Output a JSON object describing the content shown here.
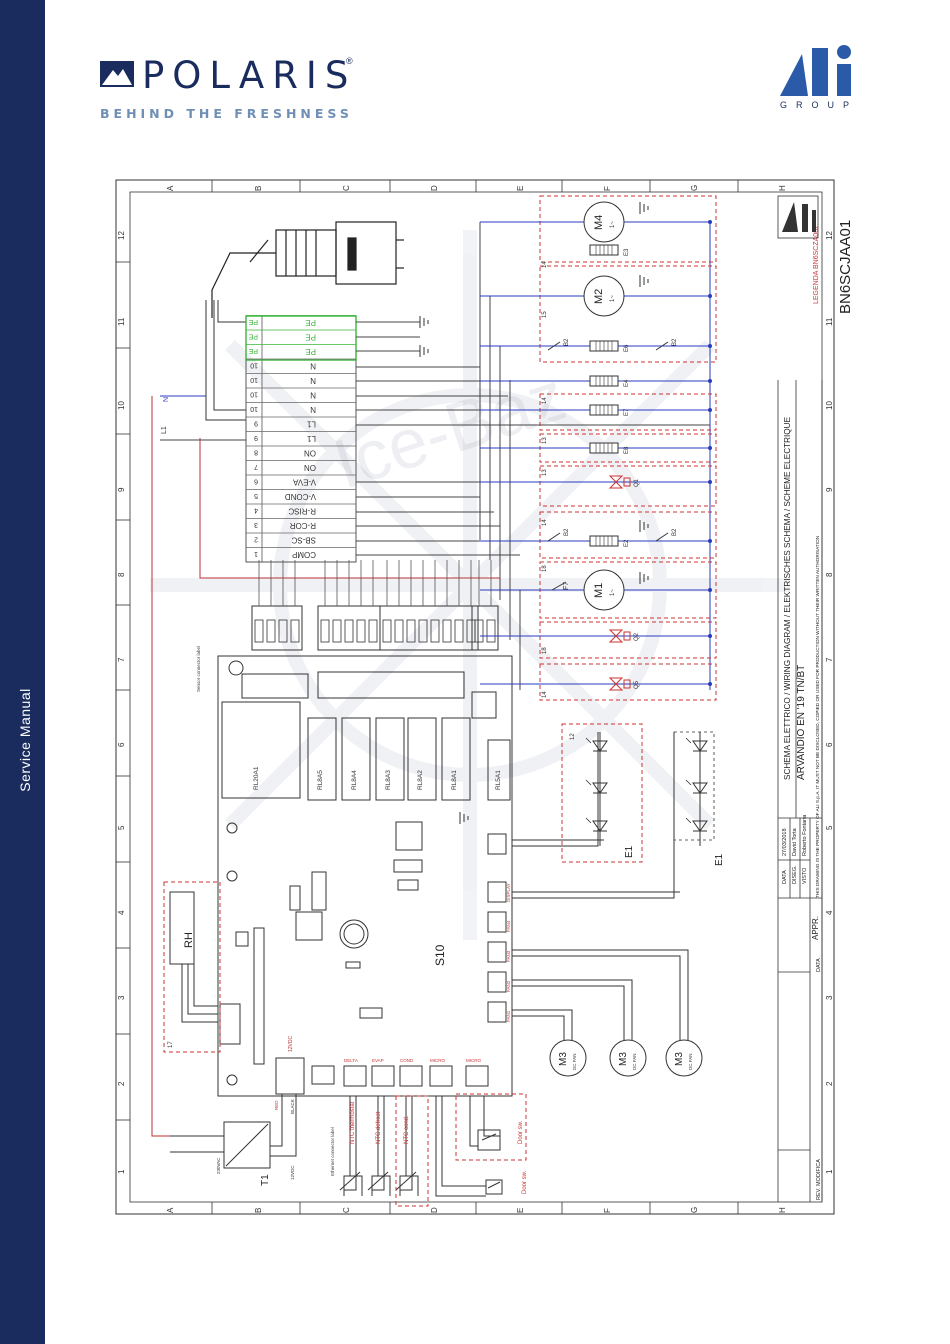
{
  "sidebar": {
    "label": "Service Manual"
  },
  "header": {
    "brand": "POLARIS",
    "registered": "®",
    "tagline": "BEHIND THE FRESHNESS",
    "group_brand": "GROUP"
  },
  "diagram": {
    "col_letters": [
      "A",
      "B",
      "C",
      "D",
      "E",
      "F",
      "G",
      "H"
    ],
    "row_numbers": [
      "1",
      "2",
      "3",
      "4",
      "5",
      "6",
      "7",
      "8",
      "9",
      "10",
      "11",
      "12"
    ],
    "terminal_block": [
      {
        "num": "1",
        "label": "COMP"
      },
      {
        "num": "2",
        "label": "SB-SC"
      },
      {
        "num": "3",
        "label": "R-COR"
      },
      {
        "num": "4",
        "label": "R-RISC"
      },
      {
        "num": "5",
        "label": "V-COND"
      },
      {
        "num": "6",
        "label": "V-EVA"
      },
      {
        "num": "7",
        "label": "ON"
      },
      {
        "num": "8",
        "label": "ON"
      },
      {
        "num": "9",
        "label": "L1"
      },
      {
        "num": "9",
        "label": "L1"
      },
      {
        "num": "10",
        "label": "N"
      },
      {
        "num": "10",
        "label": "N"
      },
      {
        "num": "10",
        "label": "N"
      },
      {
        "num": "10",
        "label": "N"
      },
      {
        "num": "PE",
        "label": "PE"
      },
      {
        "num": "PE",
        "label": "PE"
      },
      {
        "num": "PE",
        "label": "PE"
      }
    ],
    "relays": [
      "RL20A1",
      "RL8A5",
      "RL8A4",
      "RL8A3",
      "RL8A2",
      "RL8A1",
      "RL5A1"
    ],
    "board_name": "S10",
    "rh_label": "RH",
    "transformer": "T1",
    "transformer_in": "230VAC",
    "transformer_out": "12VDC",
    "supply_labels": [
      "L1",
      "N"
    ],
    "dc_supply": "12VDC",
    "wire_colors": [
      "RED",
      "BLACK"
    ],
    "fan_label": "M3",
    "fan_sub": "DC FAN",
    "led_label": "E1",
    "motors": [
      {
        "name": "M4",
        "sub": "1~"
      },
      {
        "name": "M2",
        "sub": "1~"
      },
      {
        "name": "M1",
        "sub": "1~"
      }
    ],
    "heaters": [
      "E3",
      "E6",
      "E4",
      "E7",
      "E8",
      "E2"
    ],
    "valves": [
      "Q1",
      "Q2",
      "Q5"
    ],
    "fuse": "F7",
    "thermostat": "B2",
    "ntc_labels": [
      "NTC thermostat",
      "NTC defrost",
      "NTC cond."
    ],
    "door_labels": [
      "Door sw.",
      "Door sw."
    ],
    "connectors_bottom": [
      "DELTA",
      "EVAP",
      "COND",
      "MICRO",
      "MICRO"
    ],
    "connectors_side": [
      "FAN1",
      "FAN2",
      "FAN3",
      "FAN4",
      "DISPLAY"
    ],
    "boxed_numbers": [
      "17",
      "12",
      "14",
      "15",
      "18",
      "13"
    ],
    "legend": "LEGENDA BN6SCZA002",
    "code": "BN6SCJAA01",
    "title_line1": "SCHEMA ELETTRICO / WIRING DIAGRAM / ELEKTRISCHES SCHEMA / SCHEME ELECTRIQUE",
    "title_line2": "ARVANDIO EN '19 TN/BT",
    "property_note": "THIS DRAWING IS THE PROPERTY OF ALI S.p.A. IT MUST NOT BE DISCLOSED, COPIED OR USED FOR PRODUCTION WITHOUT THEIR WRITTEN AUTHORISATION",
    "data_label": "DATA",
    "data_value": "27/03/2018",
    "diseg_label": "DISEG.",
    "diseg_value": "David Torta",
    "visto_label": "VISTO",
    "visto_value": "Roberto Fontana",
    "appr_label": "APPR.",
    "rev_label": "REV.",
    "modifica_label": "MODIFICA",
    "watermark": "Ice-Baz",
    "sensor_note": "Sensor connector label",
    "ethernet_note": "Ethernet connector label"
  }
}
